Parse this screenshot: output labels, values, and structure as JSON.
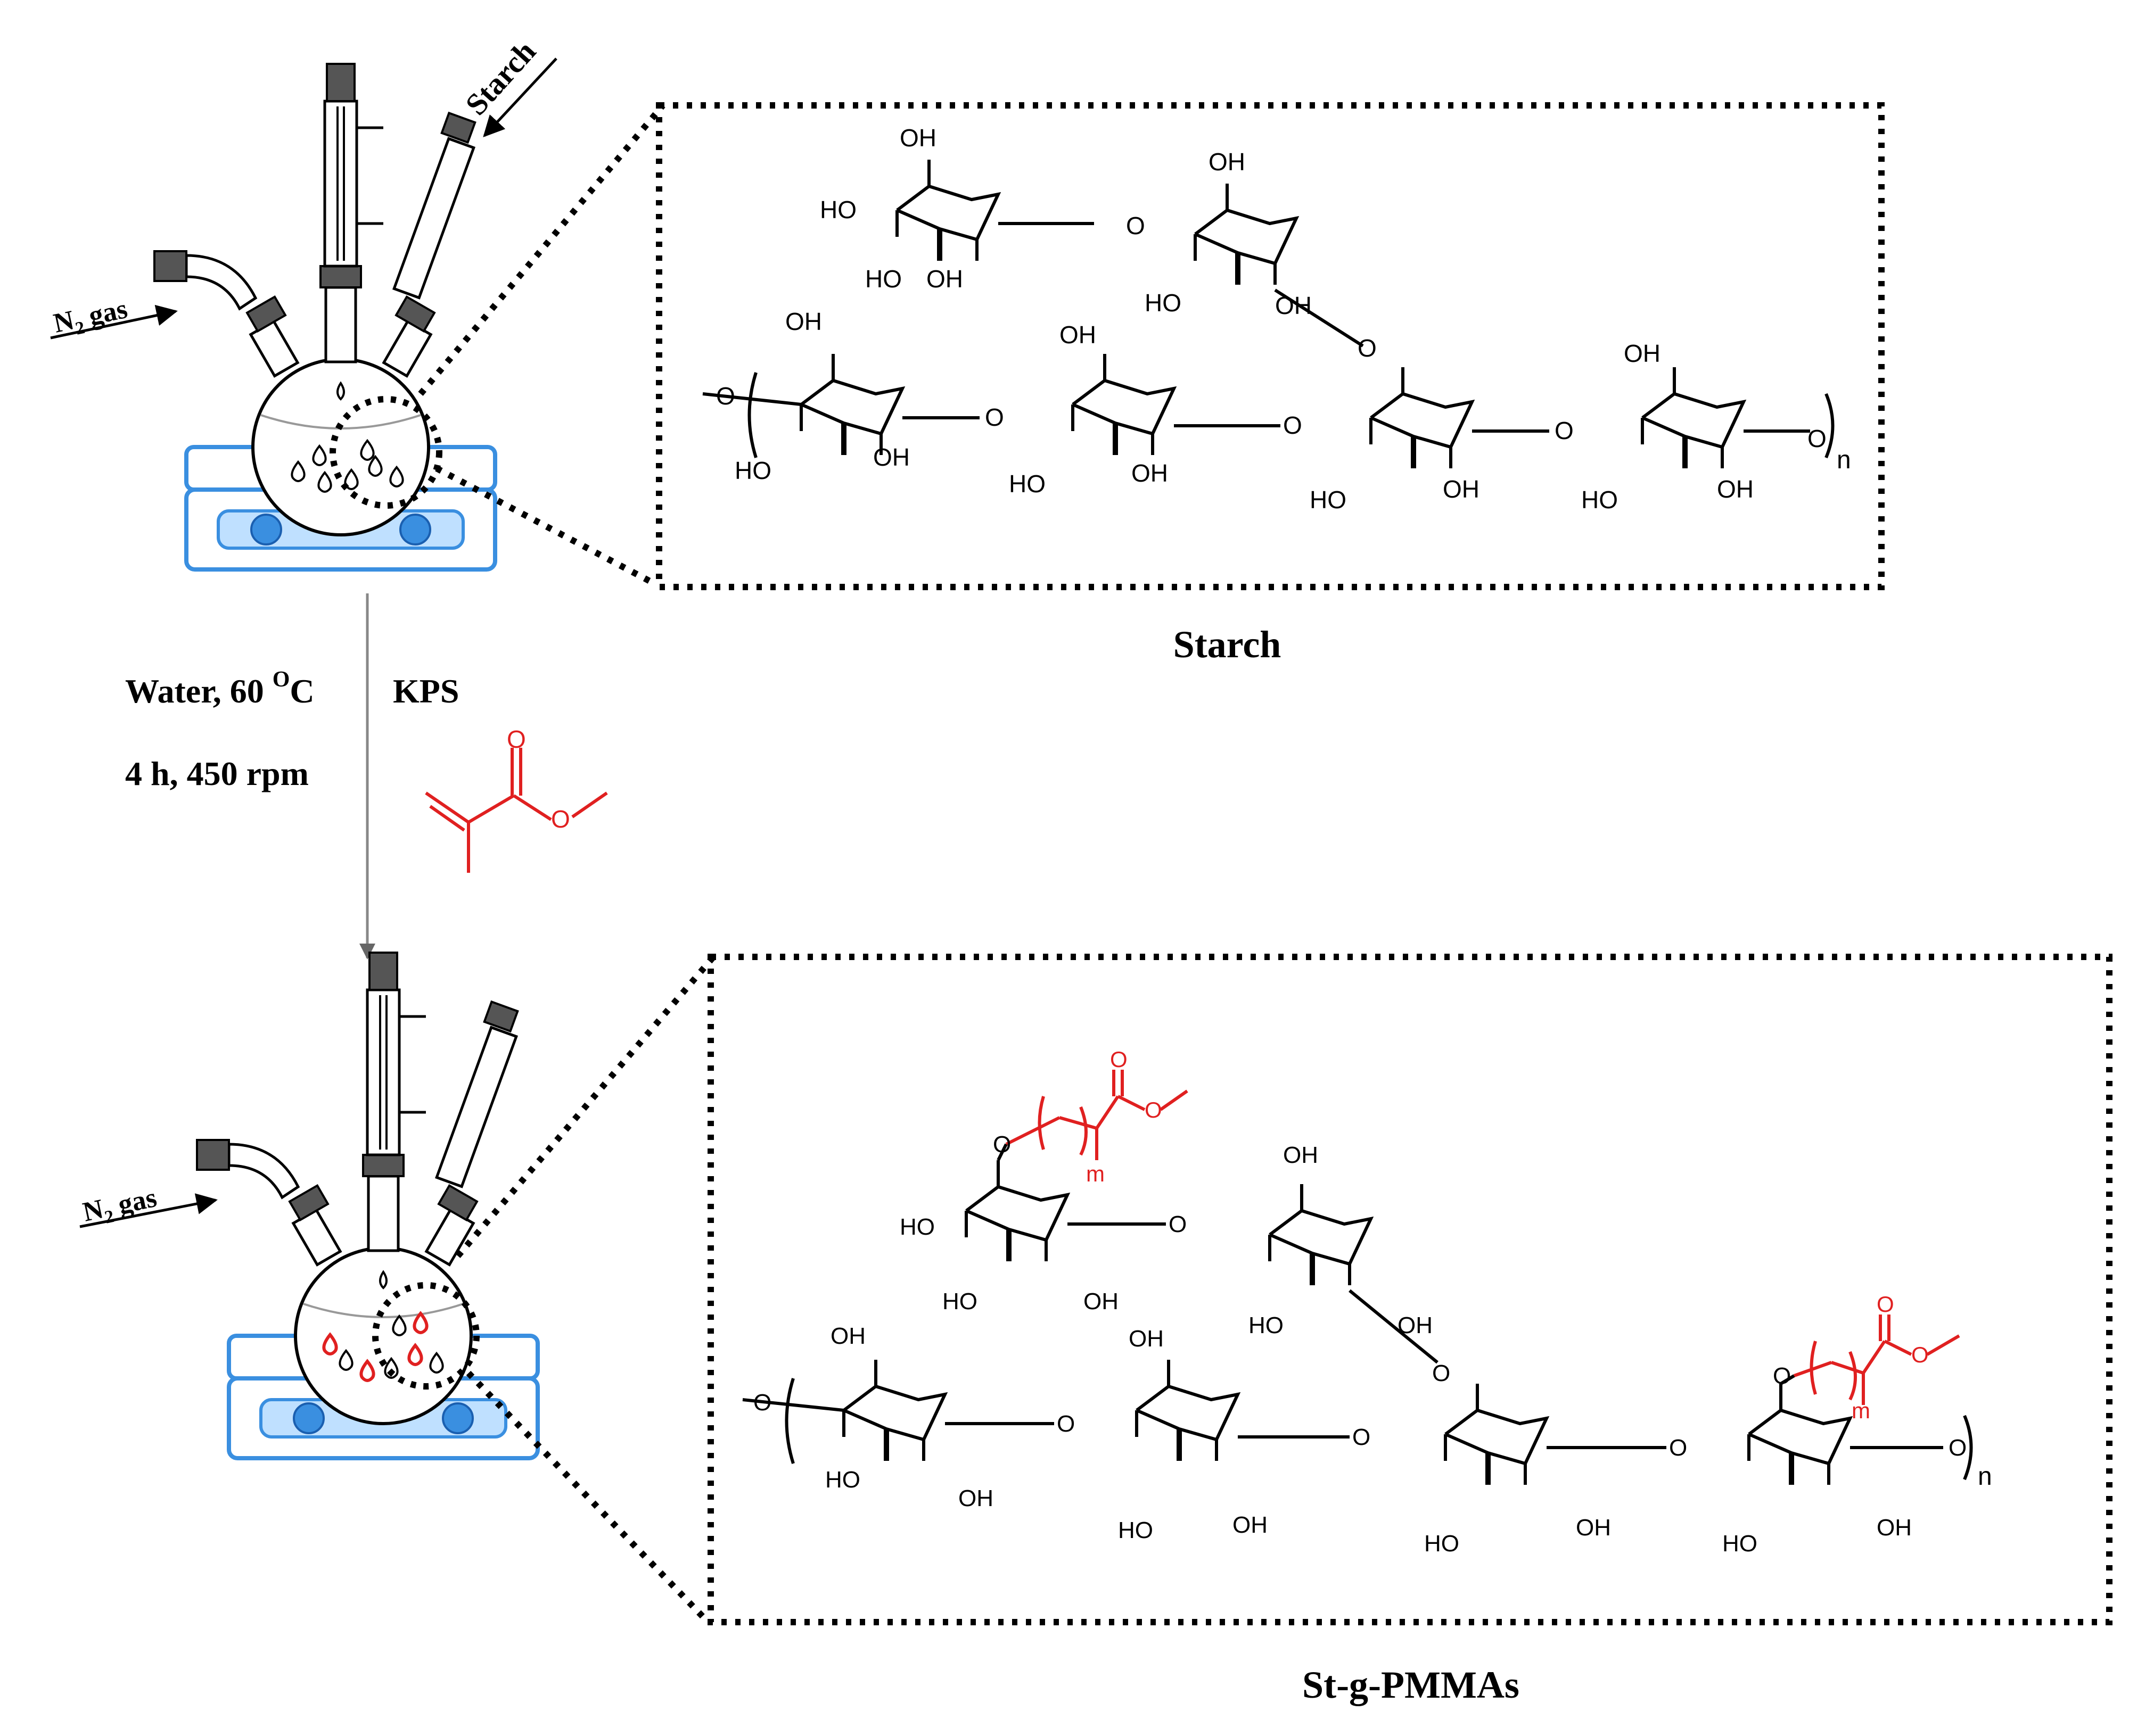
{
  "inputs": {
    "starch_arrow_label": "Starch",
    "n2_label_top_prefix": "N",
    "n2_label_top_sub": "2",
    "n2_label_top_suffix": " gas",
    "n2_label_bottom_prefix": "N",
    "n2_label_bottom_sub": "2",
    "n2_label_bottom_suffix": " gas"
  },
  "conditions": {
    "line1_prefix": "Water,  60 ",
    "degree_symbol": "O",
    "line1_suffix": "C",
    "line2": "4 h, 450 rpm",
    "reagent": "KPS"
  },
  "structures": {
    "starch_caption": "Starch",
    "product_caption": "St-g-PMMAs",
    "hydroxyl": "OH",
    "hydroxyl_left": "HO",
    "ring_oxygen": "O",
    "repeat_n": "n",
    "repeat_m": "m"
  },
  "colors": {
    "ink": "#000000",
    "monomer_red": "#e02020",
    "hotplate_blue": "#3a8fe0",
    "arrow_gray": "#888888"
  }
}
